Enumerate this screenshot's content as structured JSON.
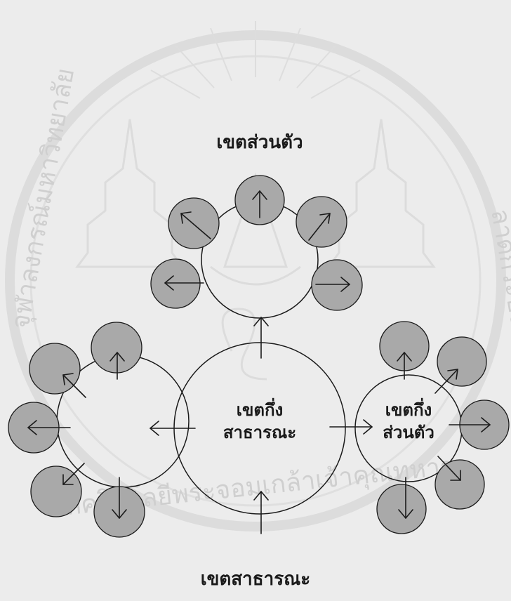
{
  "watermark": {
    "text_left": "จุฬาลงกรณ์มหาวิทยาลัย",
    "text_bottom": "เทคโนโลยีพระจอมเกล้าเจ้าคุณทหาร",
    "text_right": "ลาดกระบัง"
  },
  "diagram": {
    "labels": {
      "private_zone": "เขตส่วนตัว",
      "semi_public_zone_line1": "เขตกึ่ง",
      "semi_public_zone_line2": "สาธารณะ",
      "semi_private_zone_line1": "เขตกึ่ง",
      "semi_private_zone_line2": "ส่วนตัว",
      "public_zone": "เขตสาธารณะ"
    },
    "colors": {
      "ink": "#1a1a1a",
      "shaded_circle": "#a9a9a9",
      "background": "#ececec",
      "watermark": "#cfcfcf"
    }
  }
}
